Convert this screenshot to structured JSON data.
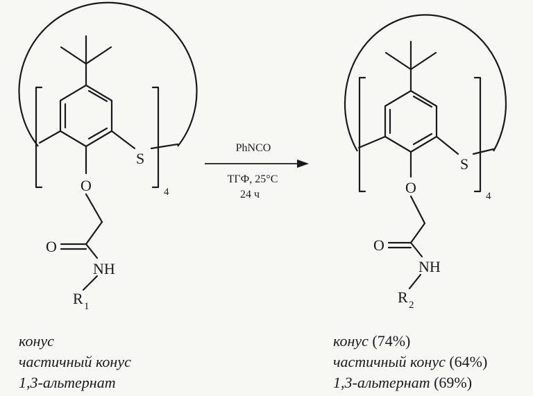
{
  "reaction": {
    "reagent": "PhNCO",
    "solvent_temp": "ТГФ, 25°C",
    "time": "24 ч"
  },
  "reactant": {
    "sulfur": "S",
    "ether_oxygen": "O",
    "carbonyl_oxygen": "O",
    "amide": "NH",
    "substituent": "R",
    "substituent_index": "1",
    "repeat_count": "4",
    "conformers": [
      "конус",
      "частичный конус",
      "1,3-альтернат"
    ]
  },
  "product": {
    "sulfur": "S",
    "ether_oxygen": "O",
    "carbonyl_oxygen": "O",
    "amide": "NH",
    "substituent": "R",
    "substituent_index": "2",
    "repeat_count": "4",
    "conformers": [
      {
        "name": "конус",
        "yield": "(74%)"
      },
      {
        "name": "частичный конус",
        "yield": "(64%)"
      },
      {
        "name": "1,3-альтернат",
        "yield": "(69%)"
      }
    ]
  }
}
